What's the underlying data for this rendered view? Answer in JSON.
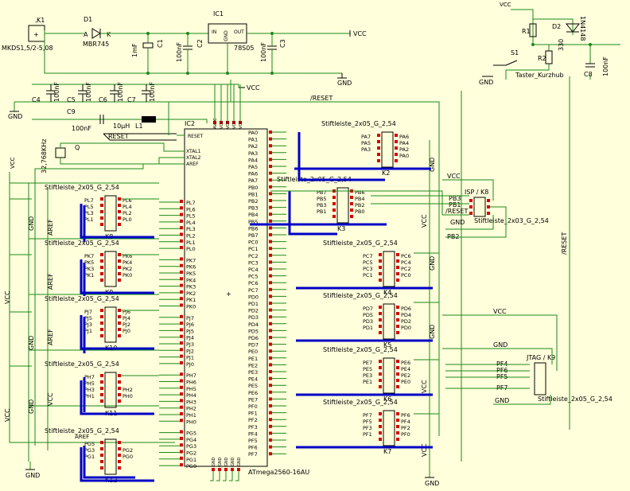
{
  "power": {
    "k1": "K1",
    "k1_value": "MKDS1,5/2-5,08",
    "k1_plus": "+",
    "k1_minus": "-",
    "d1": "D1",
    "d1_value": "MBR745",
    "d1_a": "A",
    "d1_k": "K",
    "c1": "C1",
    "c1_value": "1mF",
    "c2": "C2",
    "c2_value": "100nF",
    "ic1": "IC1",
    "ic1_value": "78S05",
    "ic1_in": "IN",
    "ic1_out": "OUT",
    "ic1_gnd": "GND",
    "c3": "C3",
    "c3_value": "100nF",
    "vcc1": "VCC",
    "gnd1": "GND",
    "vcc2": "VCC"
  },
  "decoupling": {
    "caps": [
      "C4",
      "C5",
      "C6",
      "C7"
    ],
    "cap_value": "100nF",
    "c9": "C9",
    "c9_value": "100nF",
    "l1": "L1",
    "l1_value": "10µH",
    "gnd": "GND"
  },
  "reset_circuit": {
    "vcc": "VCC",
    "r1": "R1",
    "d2": "D2",
    "d2_value": "1N4148",
    "r2": "R2",
    "r2_value": "330",
    "s1": "S1",
    "s1_value": "Taster_Kurzhub",
    "c8": "C8",
    "c8_value": "100nF",
    "gnd": "GND"
  },
  "mcu": {
    "name": "IC2",
    "value": "ATmega2560-16AU",
    "reset_net": "RESET",
    "reset_pin": "RESET",
    "reset_top": "/RESET",
    "xtal1": "XTAL1",
    "xtal2": "XTAL2",
    "aref": "AREF",
    "power_pins": [
      "AVCC",
      "VCC",
      "VCC",
      "VCC",
      "VCC"
    ],
    "gnd_pins": [
      "GND",
      "GND",
      "GND",
      "GND",
      "GND"
    ],
    "crystal": "Q",
    "crystal_value": "32,768KHz",
    "left_pins": [
      "PL7",
      "PL6",
      "PL5",
      "PL4",
      "PL3",
      "PL2",
      "PL1",
      "PL0",
      "PK7",
      "PK6",
      "PK5",
      "PK4",
      "PK3",
      "PK2",
      "PK1",
      "PK0",
      "PJ7",
      "PJ6",
      "PJ5",
      "PJ4",
      "PJ3",
      "PJ2",
      "PJ1",
      "PJ0",
      "PH7",
      "PH6",
      "PH5",
      "PH4",
      "PH3",
      "PH2",
      "PH1",
      "PH0",
      "PG5",
      "PG4",
      "PG3",
      "PG2",
      "PG1",
      "PG0"
    ],
    "right_pins": [
      "PA0",
      "PA1",
      "PA2",
      "PA3",
      "PA4",
      "PA5",
      "PA6",
      "PA7",
      "PB0",
      "PB1",
      "PB2",
      "PB3",
      "PB4",
      "PB5",
      "PB6",
      "PB7",
      "PC0",
      "PC1",
      "PC2",
      "PC3",
      "PC4",
      "PC5",
      "PC6",
      "PC7",
      "PD0",
      "PD1",
      "PD2",
      "PD3",
      "PD4",
      "PD5",
      "PD6",
      "PD7",
      "PE0",
      "PE1",
      "PE2",
      "PE3",
      "PE4",
      "PE5",
      "PE6",
      "PE7",
      "PF0",
      "PF1",
      "PF2",
      "PF3",
      "PF4",
      "PF5",
      "PF6",
      "PF7"
    ]
  },
  "headers_left": [
    {
      "title": "Stiftleiste_2x05_G_2,54",
      "ref": "K8",
      "left": [
        "PL7",
        "PL5",
        "PL3",
        "PL1"
      ],
      "right": [
        "PL6",
        "PL4",
        "PL2",
        "PL0"
      ]
    },
    {
      "title": "Stiftleiste_2x05_G_2,54",
      "ref": "K9",
      "left": [
        "PK7",
        "PK5",
        "PK3",
        "PK1"
      ],
      "right": [
        "PK6",
        "PK4",
        "PK2",
        "PK0"
      ]
    },
    {
      "title": "Stiftleiste_2x05_G_2,54",
      "ref": "K10",
      "left": [
        "PJ7",
        "PJ5",
        "PJ3",
        "PJ1"
      ],
      "right": [
        "PJ6",
        "PJ4",
        "PJ2",
        "PJ0"
      ]
    },
    {
      "title": "Stiftleiste_2x05_G_2,54",
      "ref": "K11",
      "left": [
        "PH7",
        "PH5",
        "PH3",
        "PH1"
      ],
      "right": [
        "",
        "",
        "PH2",
        "PH0"
      ]
    },
    {
      "title": "Stiftleiste_2x05_G_2,54",
      "ref": "K12",
      "left": [
        "PG5",
        "PG3",
        "PG1"
      ],
      "right": [
        "",
        "PG2",
        "PG0"
      ],
      "aref": "AREF"
    }
  ],
  "headers_right": [
    {
      "title": "Stiftleiste_2x05_G_2,54",
      "ref": "K2",
      "left": [
        "PA7",
        "PA5",
        "PA3"
      ],
      "right": [
        "PA6",
        "PA4",
        "PA2",
        "PA0"
      ]
    },
    {
      "title": "Stiftleiste_2x05_G_2,54",
      "ref": "K3",
      "left": [
        "PB7",
        "PB5",
        "PB3",
        "PB1"
      ],
      "right": [
        "PB6",
        "PB4",
        "PB2",
        "PB0"
      ]
    },
    {
      "title": "Stiftleiste_2x05_G_2,54",
      "ref": "K4",
      "left": [
        "PC7",
        "PC5",
        "PC3",
        "PC1"
      ],
      "right": [
        "PC6",
        "PC4",
        "PC2",
        "PC0"
      ]
    },
    {
      "title": "Stiftleiste_2x05_G_2,54",
      "ref": "K5",
      "left": [
        "PD7",
        "PD5",
        "PD3",
        "PD1"
      ],
      "right": [
        "PD6",
        "PD4",
        "PD2",
        "PD0"
      ]
    },
    {
      "title": "Stiftleiste_2x05_G_2,54",
      "ref": "K6",
      "left": [
        "PE7",
        "PE5",
        "PE3",
        "PE1"
      ],
      "right": [
        "PE6",
        "PE4",
        "PE2",
        "PE0"
      ]
    },
    {
      "title": "Stiftleiste_2x05_G_2,54",
      "ref": "K7",
      "left": [
        "PF7",
        "PF5",
        "PF3",
        "PF1"
      ],
      "right": [
        "PF6",
        "PF4",
        "PF2",
        "PF0"
      ]
    }
  ],
  "isp": {
    "name": "ISP / K8",
    "value": "Stiftleiste_2x03_G_2,54",
    "vcc": "VCC",
    "gnd": "GND",
    "pins": [
      "PB3",
      "PB1",
      "/RESET"
    ],
    "pb2": "PB2"
  },
  "jtag": {
    "name": "JTAG / K9",
    "value": "Stiftleiste_2x05_G_2,54",
    "vcc": "VCC",
    "gnd": "GND",
    "reset": "/RESET",
    "pins": [
      "PF4",
      "PF6",
      "PF5",
      "PF7"
    ]
  },
  "rails": {
    "left": [
      "VCC",
      "GND",
      "AREF",
      "VCC",
      "GND",
      "AREF",
      "VCC",
      "GND",
      "AREF"
    ],
    "right": [
      "GND",
      "VCC",
      "GND",
      "VCC",
      "GND",
      "VCC"
    ]
  }
}
